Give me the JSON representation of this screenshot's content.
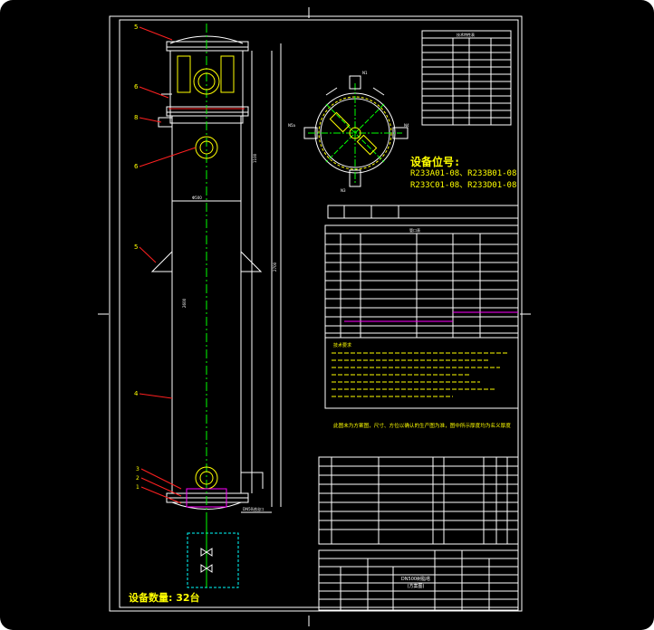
{
  "drawing": {
    "equipment_tag_label": "设备位号:",
    "equipment_tags_line1": "R233A01-08、R233B01-08",
    "equipment_tags_line2": "R233C01-08、R233D01-08",
    "quantity_label": "设备数量: 32台",
    "note_red": "此图未为方案图，尺寸、方位以确认的生产图为准，图中所示厚度均为名义厚度",
    "balloons": [
      "5",
      "6",
      "8",
      "6",
      "5",
      "4",
      "3",
      "2",
      "1"
    ],
    "title_block": {
      "drawing_name": "DN500树脂塔",
      "drawing_sub": "(方案图)"
    }
  },
  "colors": {
    "background": "#000000",
    "outline": "#ffffff",
    "centerline": "#00ff00",
    "annotation": "#ffff00",
    "leader": "#ff2020",
    "highlight": "#ff00ff"
  }
}
